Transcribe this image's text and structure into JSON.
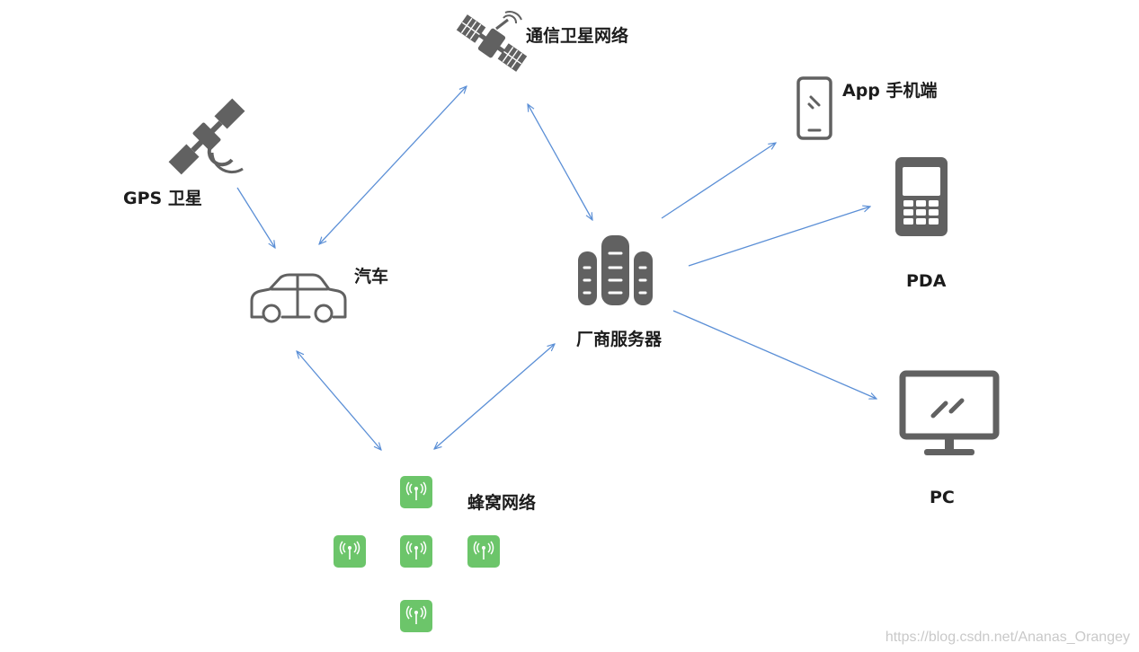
{
  "nodes": {
    "satcom": {
      "label": "通信卫星网络",
      "icon": "satellite-icon"
    },
    "gps": {
      "label": "GPS 卫星",
      "icon": "satellite-dish-icon"
    },
    "car": {
      "label": "汽车",
      "icon": "car-icon"
    },
    "server": {
      "label": "厂商服务器",
      "icon": "server-icon"
    },
    "cellular": {
      "label": "蜂窝网络",
      "icon": "cell-tower-icon"
    },
    "app": {
      "label": "App 手机端",
      "icon": "smartphone-icon"
    },
    "pda": {
      "label": "PDA",
      "icon": "feature-phone-icon"
    },
    "pc": {
      "label": "PC",
      "icon": "monitor-icon"
    }
  },
  "edges": [
    {
      "from": "gps",
      "to": "car",
      "direction": "one-way"
    },
    {
      "from": "car",
      "to": "satcom",
      "direction": "two-way"
    },
    {
      "from": "satcom",
      "to": "server",
      "direction": "two-way"
    },
    {
      "from": "car",
      "to": "cellular",
      "direction": "two-way"
    },
    {
      "from": "cellular",
      "to": "server",
      "direction": "two-way"
    },
    {
      "from": "server",
      "to": "app",
      "direction": "one-way"
    },
    {
      "from": "server",
      "to": "pda",
      "direction": "one-way"
    },
    {
      "from": "server",
      "to": "pc",
      "direction": "one-way"
    }
  ],
  "colors": {
    "arrow": "#5b8fd6",
    "icon": "#616161",
    "tower": "#6cc56a"
  },
  "watermark": "https://blog.csdn.net/Ananas_Orangey"
}
